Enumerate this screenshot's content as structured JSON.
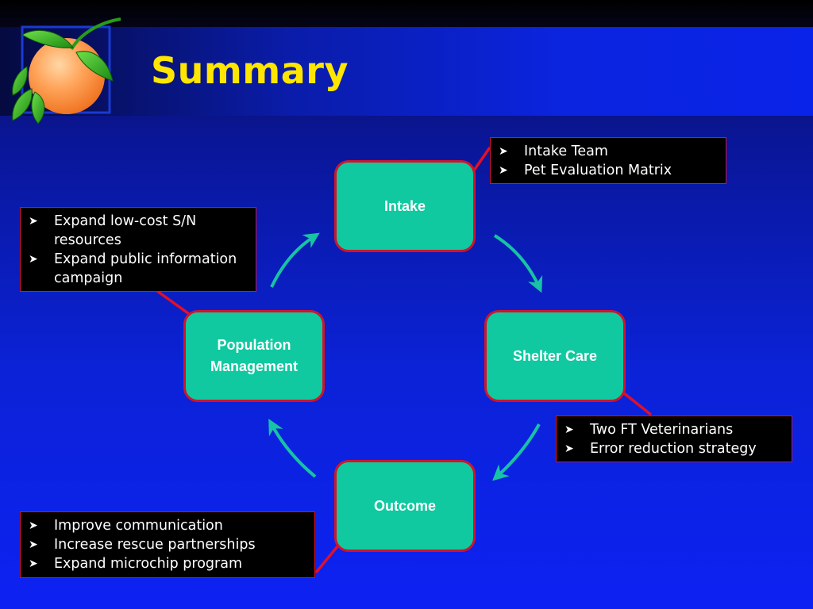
{
  "slide": {
    "title": "Summary"
  },
  "colors": {
    "title": "#ffe600",
    "node_fill": "#10c9a0",
    "node_border": "#d0142c",
    "cycle_arrow": "#17c3a4",
    "pointer_arrow": "#e0102a",
    "note_fill": "#000000"
  },
  "diagram": {
    "nodes": {
      "intake": {
        "label": "Intake"
      },
      "shelter_care": {
        "label": "Shelter Care"
      },
      "outcome": {
        "label": "Outcome"
      },
      "population_management": {
        "label": "Population Management",
        "line1": "Population",
        "line2": "Management"
      }
    },
    "notes": {
      "intake": {
        "items": [
          "Intake Team",
          "Pet Evaluation Matrix"
        ]
      },
      "shelter_care": {
        "items": [
          "Two FT Veterinarians",
          "Error reduction strategy"
        ]
      },
      "outcome": {
        "items": [
          "Improve communication",
          "Increase rescue partnerships",
          "Expand microchip program"
        ]
      },
      "population_management": {
        "items": [
          "Expand low-cost S/N resources",
          "Expand public information campaign"
        ]
      }
    },
    "bullet_icon": "arrowhead-bullet-icon"
  }
}
